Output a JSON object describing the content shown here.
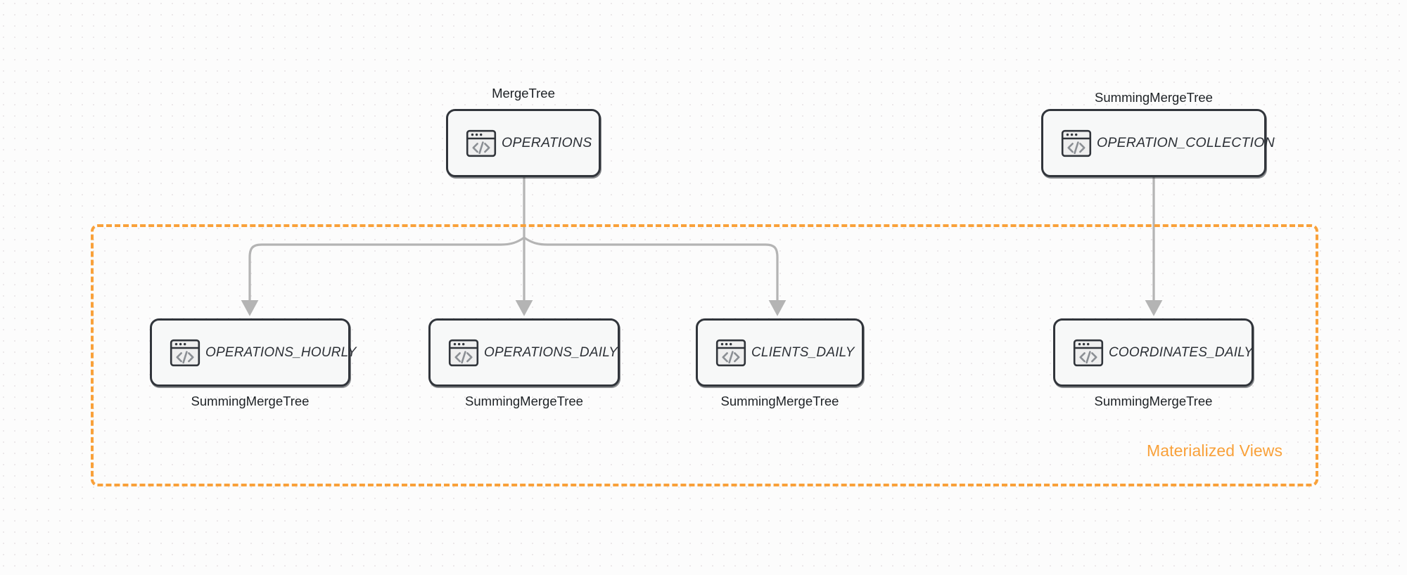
{
  "diagram": {
    "title": "ClickHouse table and materialized view data flow",
    "background_color": "#fcfcfc",
    "accent_color": "#F9A13A",
    "edge_color": "#b4b4b4",
    "node_border_color": "#31353b",
    "node_fill_color": "#f7f8f8"
  },
  "group": {
    "label": "Materialized Views",
    "border_style": "dashed",
    "color": "#F9A13A"
  },
  "icons": {
    "code_window": "code-window-icon"
  },
  "nodes": [
    {
      "id": "operations",
      "label": "OPERATIONS",
      "engine": "MergeTree",
      "engine_position": "above"
    },
    {
      "id": "operation_collection",
      "label": "OPERATION_COLLECTION",
      "engine": "SummingMergeTree",
      "engine_position": "above"
    },
    {
      "id": "operations_hourly",
      "label": "OPERATIONS_HOURLY",
      "engine": "SummingMergeTree",
      "engine_position": "below"
    },
    {
      "id": "operations_daily",
      "label": "OPERATIONS_DAILY",
      "engine": "SummingMergeTree",
      "engine_position": "below"
    },
    {
      "id": "clients_daily",
      "label": "CLIENTS_DAILY",
      "engine": "SummingMergeTree",
      "engine_position": "below"
    },
    {
      "id": "coordinates_daily",
      "label": "COORDINATES_DAILY",
      "engine": "SummingMergeTree",
      "engine_position": "below"
    }
  ],
  "edges": [
    {
      "from": "operations",
      "to": "operations_hourly"
    },
    {
      "from": "operations",
      "to": "operations_daily"
    },
    {
      "from": "operations",
      "to": "clients_daily"
    },
    {
      "from": "operation_collection",
      "to": "coordinates_daily"
    }
  ]
}
